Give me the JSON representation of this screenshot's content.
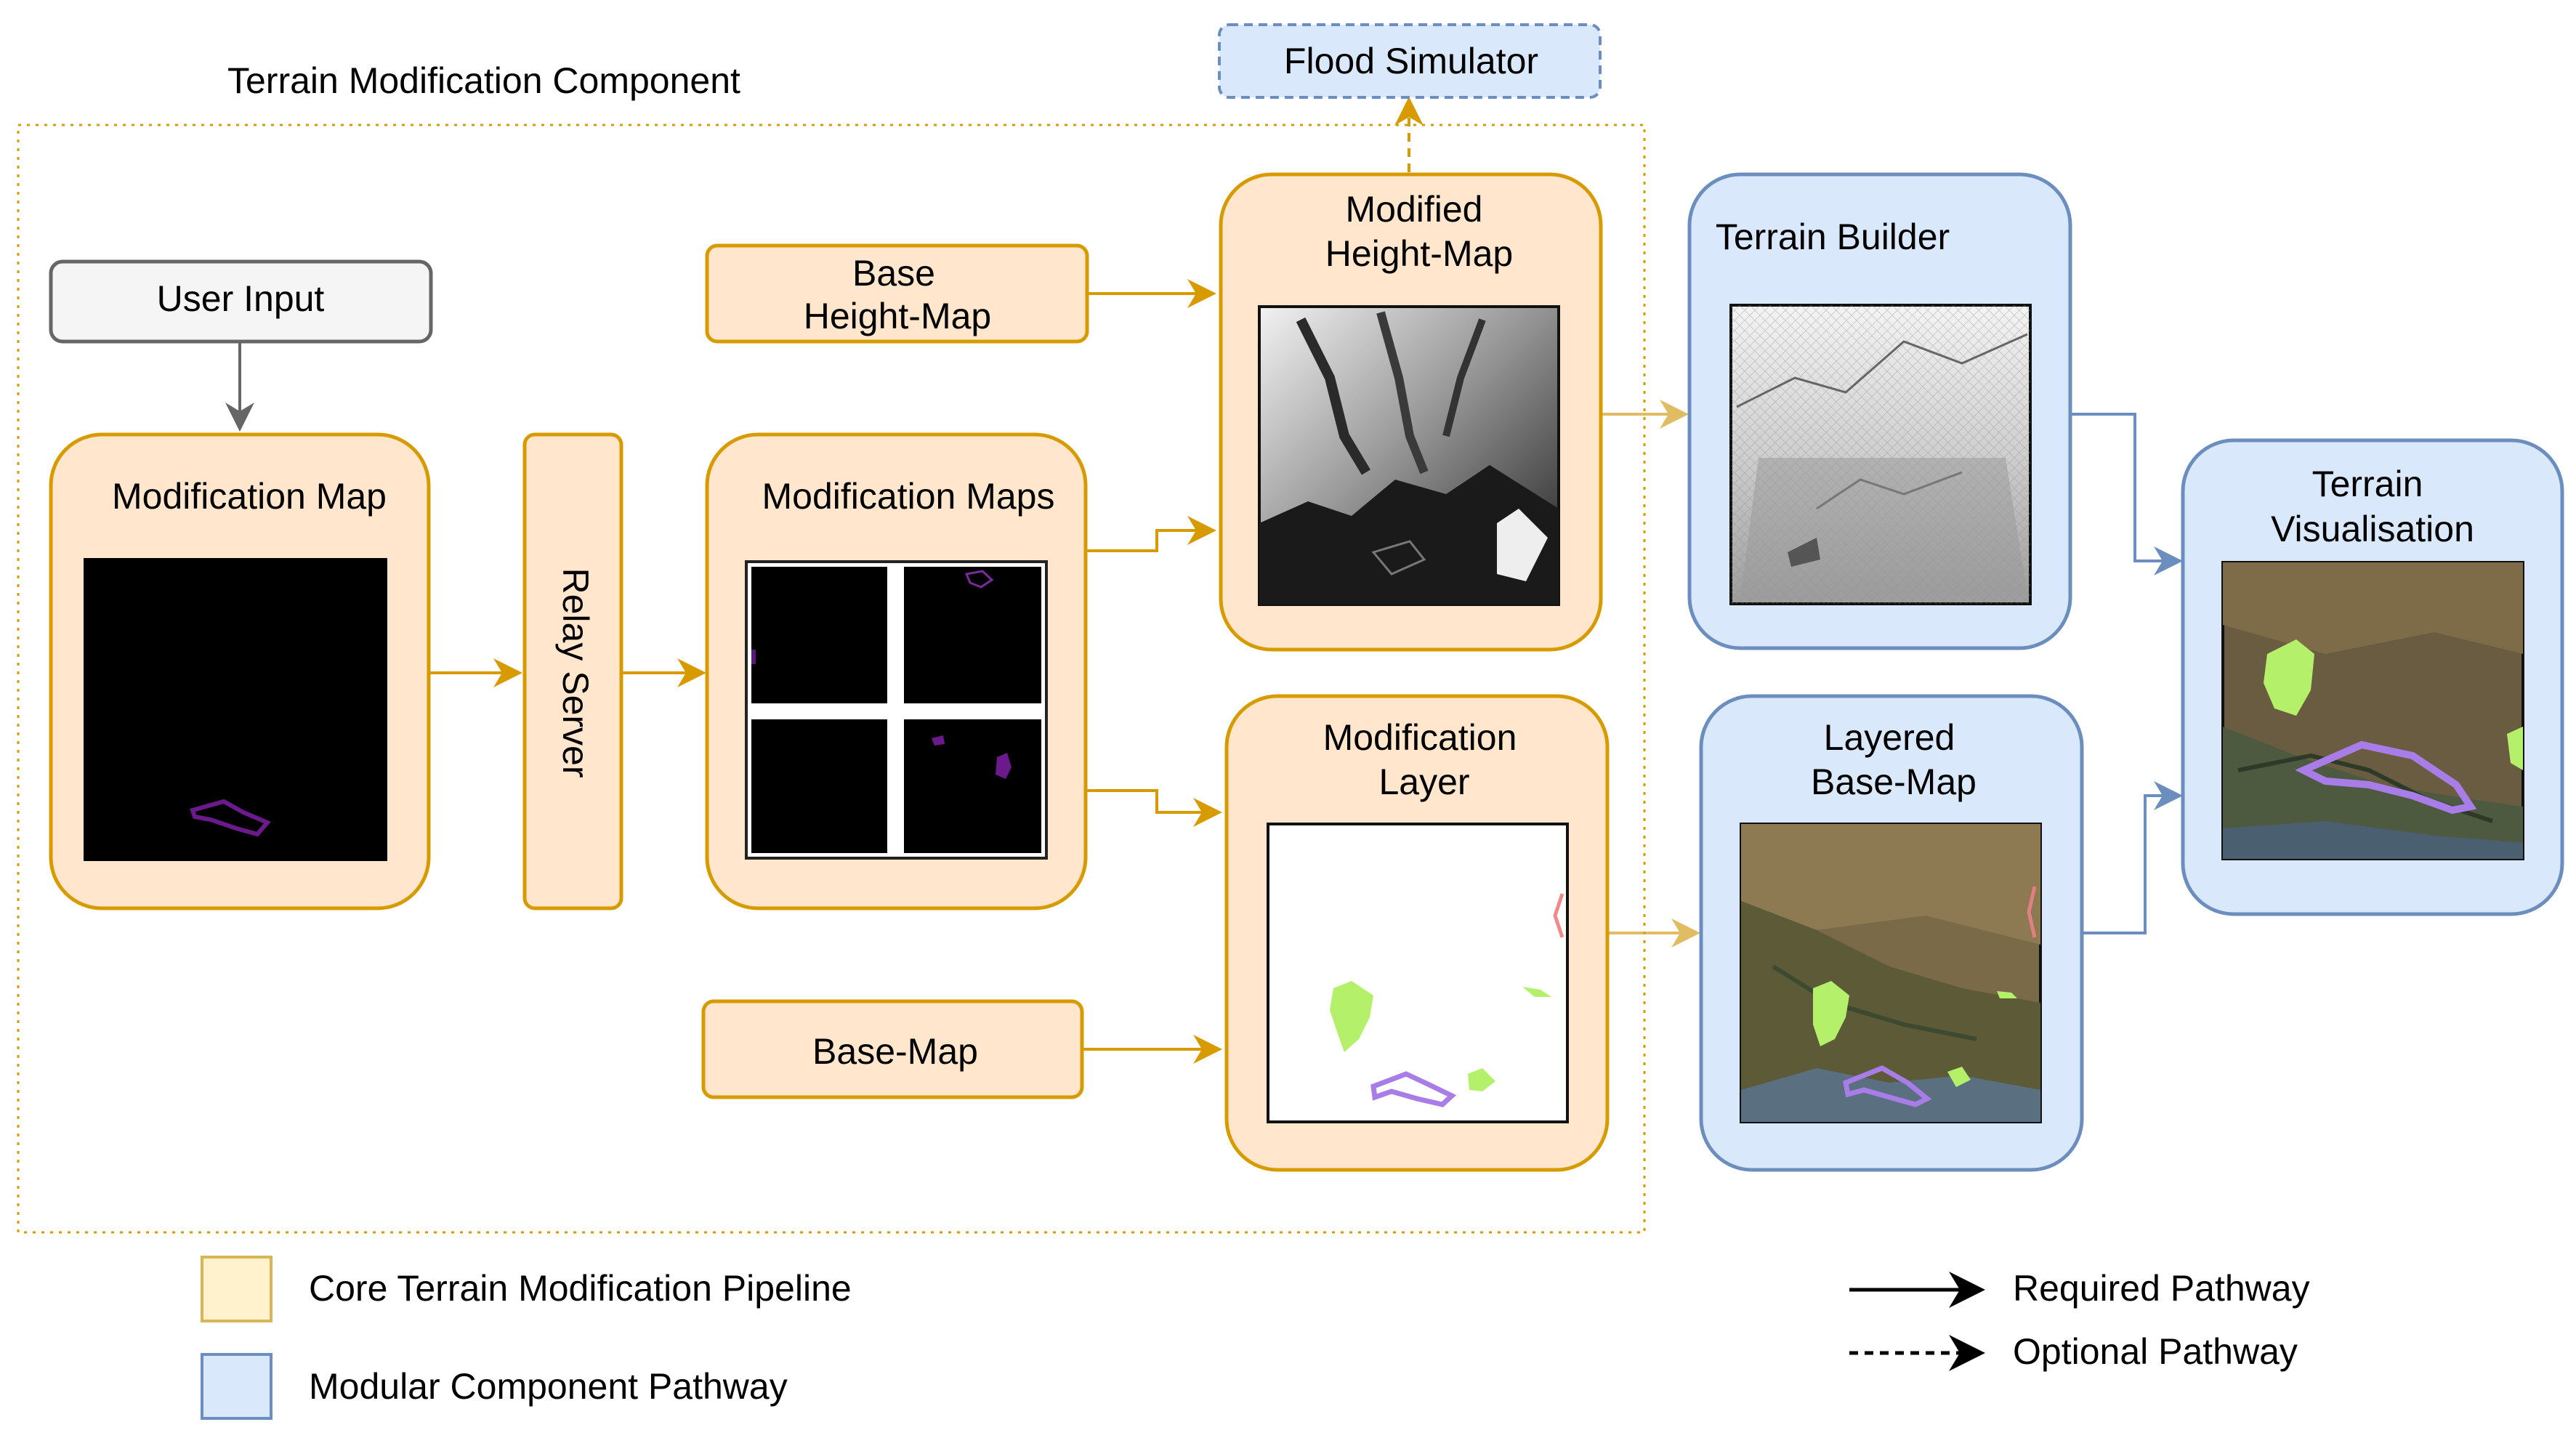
{
  "group": {
    "label": "Terrain Modification Component"
  },
  "nodes": {
    "user_input": {
      "label": "User Input"
    },
    "modification_map": {
      "label": "Modification Map"
    },
    "relay_server": {
      "label": "Relay Server"
    },
    "base_height_map": {
      "line1": "Base",
      "line2": "Height-Map"
    },
    "modification_maps": {
      "label": "Modification Maps"
    },
    "base_map": {
      "label": "Base-Map"
    },
    "modified_height_map": {
      "line1": "Modified",
      "line2": "Height-Map"
    },
    "modification_layer": {
      "line1": "Modification",
      "line2": "Layer"
    },
    "flood_simulator": {
      "label": "Flood Simulator"
    },
    "terrain_builder": {
      "label": "Terrain Builder"
    },
    "layered_base_map": {
      "line1": "Layered",
      "line2": "Base-Map"
    },
    "terrain_visualisation": {
      "line1": "Terrain",
      "line2": "Visualisation"
    }
  },
  "legend": {
    "core": "Core Terrain Modification Pipeline",
    "modular": "Modular Component Pathway",
    "required": "Required Pathway",
    "optional": "Optional Pathway"
  },
  "colors": {
    "core_fill": "#ffe6cc",
    "core_stroke": "#d79b00",
    "modular_fill": "#dae8fc",
    "modular_stroke": "#6c8ebf",
    "legend_core_fill": "#fff2cc",
    "legend_core_stroke": "#d6b656",
    "input_fill": "#f5f5f5",
    "input_stroke": "#666666",
    "optional_arrow": "#d6a830",
    "overlay_purple": "#a87de8",
    "overlay_green": "#b5f06a"
  }
}
